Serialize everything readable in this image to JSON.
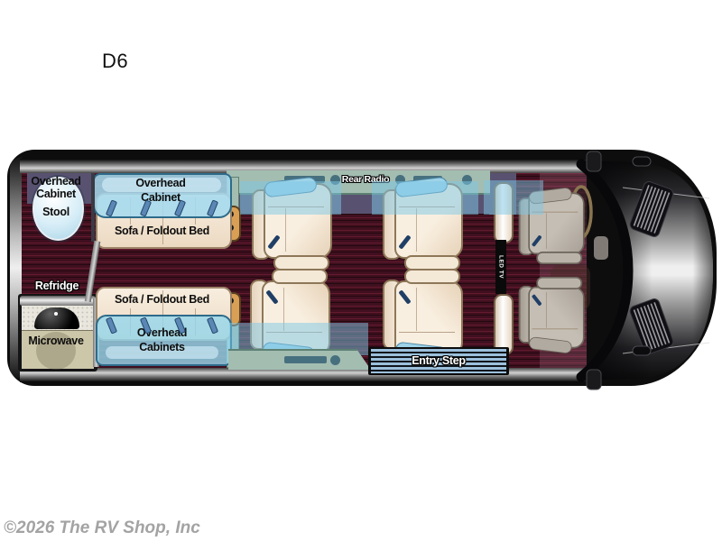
{
  "page": {
    "title": "D6",
    "watermark": "©2026 The RV Shop, Inc"
  },
  "floorplan": {
    "rear_corner": {
      "line1": "Overhead",
      "line2": "Cabinet",
      "line3": "Stool"
    },
    "top_cabinet": {
      "line1": "Overhead",
      "line2": "Cabinet"
    },
    "top_sofa": "Sofa / Foldout Bed",
    "rear_radio": "Rear Radio",
    "refrigerator": "Refridge",
    "microwave": "Microwave",
    "bottom_sofa": "Sofa / Foldout Bed",
    "bottom_cabinet": {
      "line1": "Overhead",
      "line2": "Cabinets"
    },
    "entry_step": "Entry Step",
    "led_tv": "LED TV"
  },
  "colors": {
    "floor_maroon": "#40101f",
    "wall_sage": "#a3bdb1",
    "window_purple": "#585270",
    "cabinet_blue": "#a5daee",
    "sofa_cream": "#f5e8d8",
    "step_blue": "#9cc0dc",
    "cab_seat_gray": "#b9b3aa",
    "accent_speaker": "#47707f"
  }
}
